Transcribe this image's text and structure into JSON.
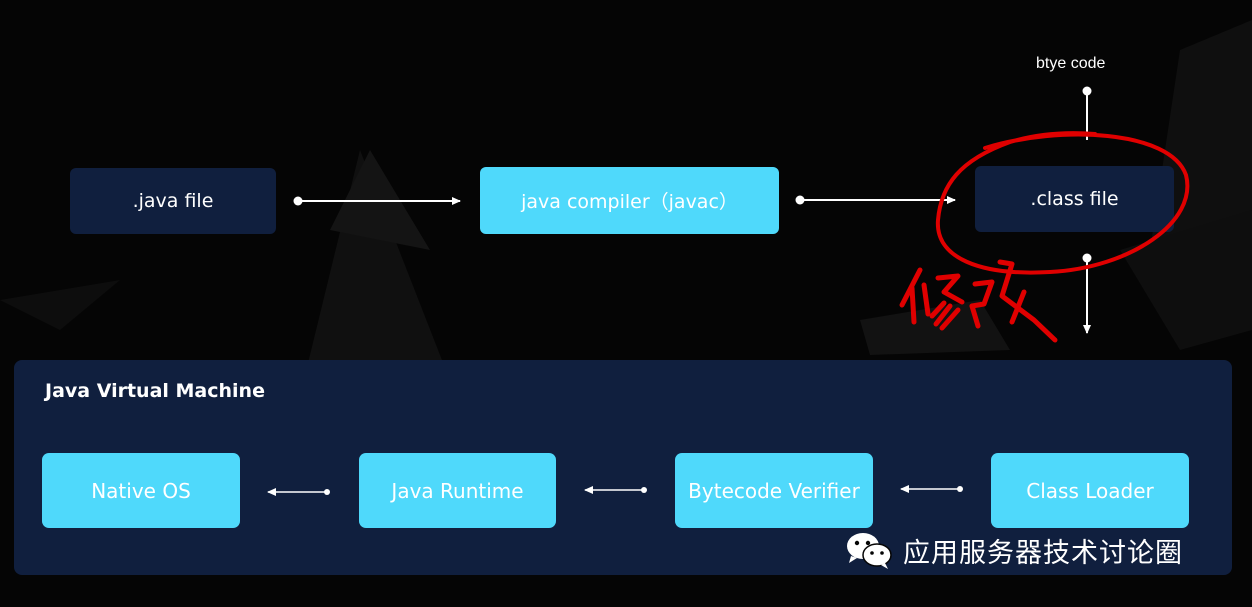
{
  "diagram": {
    "top_row": {
      "java_file": ".java file",
      "compiler": "java compiler（javac）",
      "class_file": ".class file",
      "bytecode_label": "btye code"
    },
    "jvm": {
      "title": "Java Virtual Machine",
      "native_os": "Native OS",
      "java_runtime": "Java Runtime",
      "bytecode_verifier": "Bytecode Verifier",
      "class_loader": "Class Loader"
    },
    "annotation_text": "修改"
  },
  "watermark": {
    "text": "应用服务器技术讨论圈",
    "icon": "wechat-icon"
  },
  "colors": {
    "background": "#050505",
    "dark_box": "#101f3e",
    "light_box": "#4fd9fb",
    "annotation": "#e00000",
    "arrow": "#ffffff"
  }
}
